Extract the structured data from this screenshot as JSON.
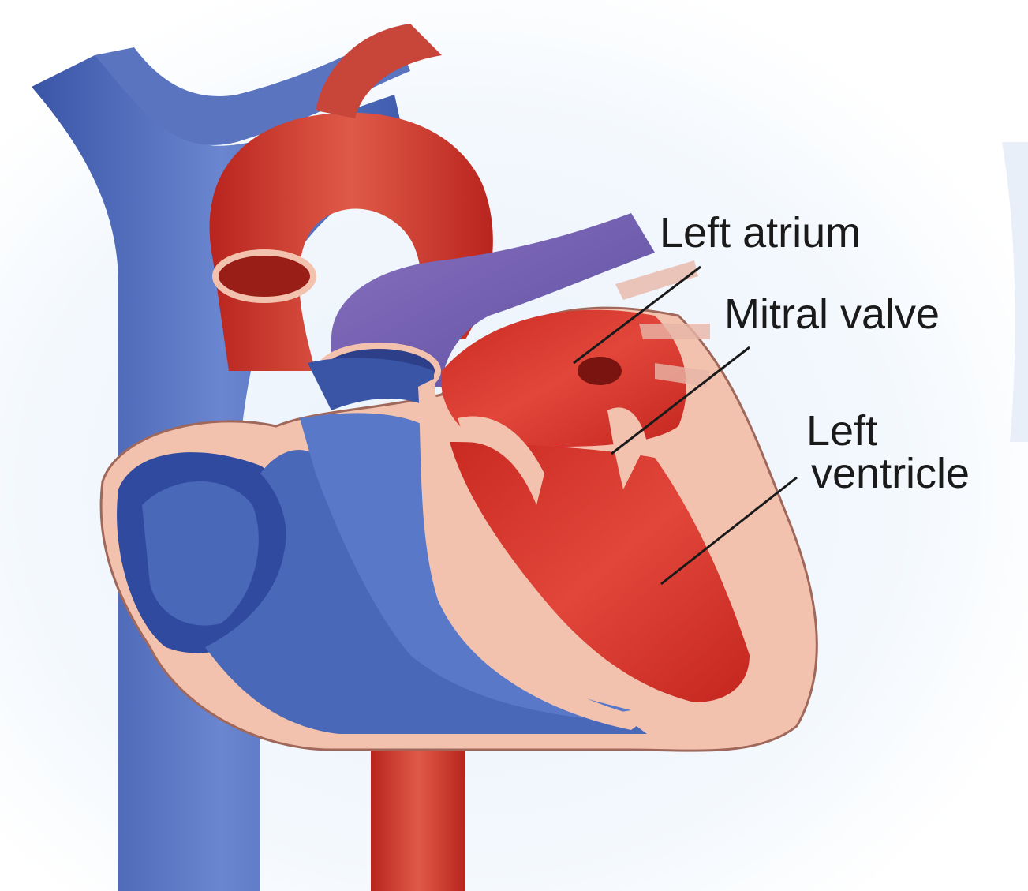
{
  "labels": {
    "left_atrium": "Left atrium",
    "mitral_valve": "Mitral valve",
    "left_ventricle_line1": "Left",
    "left_ventricle_line2": "ventricle"
  },
  "colors": {
    "oxygenated_red": "#d8352b",
    "deoxygenated_blue": "#4a68b8",
    "heart_wall_pink": "#f3c2ae",
    "vein_purple": "#7a63b0",
    "leader_line": "#1a1a1a"
  }
}
